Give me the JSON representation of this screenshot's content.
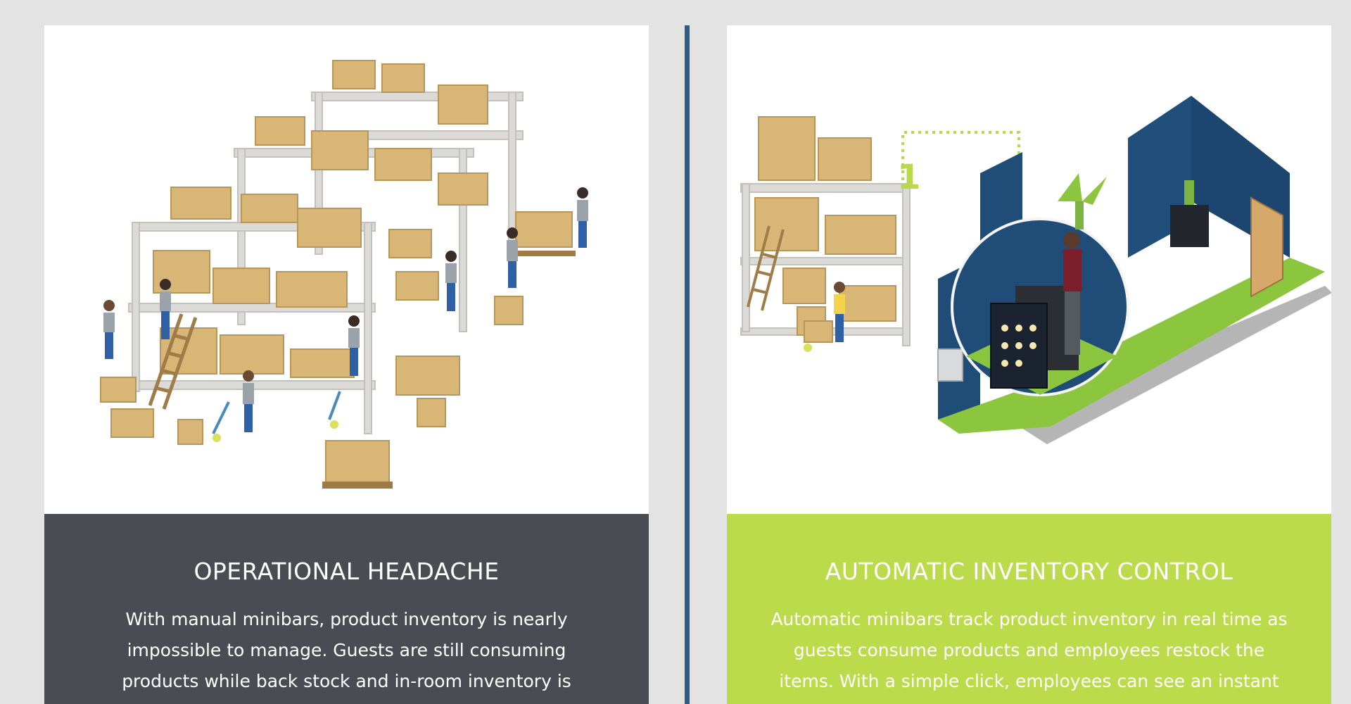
{
  "left_card": {
    "heading": "OPERATIONAL HEADACHE",
    "body": "With manual minibars, product inventory is nearly impossible to manage. Guests are still consuming products while back stock and in-room inventory is counted by hand",
    "image_icon": "warehouse-illustration-icon",
    "caption_color": "#4a4c53"
  },
  "right_card": {
    "heading": "AUTOMATIC INVENTORY CONTROL",
    "body": "Automatic minibars track product inventory in real time as guests consume products and employees restock the items. With a simple click, employees can see an instant",
    "image_icon": "hotel-room-inventory-illustration-icon",
    "image_label": "1",
    "caption_color": "#bbdb4a"
  },
  "colors": {
    "background": "#e3e3e3",
    "divider": "#2e5a86",
    "box": "#d8b676",
    "room_wall": "#1f4d78",
    "room_floor": "#8cc63f"
  }
}
